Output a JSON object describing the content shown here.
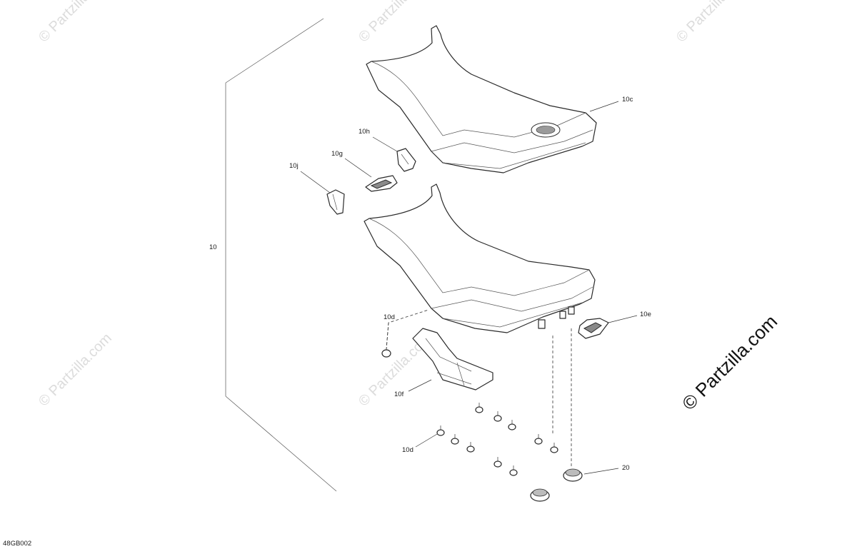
{
  "diagram": {
    "drawing_code": "48GB002",
    "watermark_text": "© Partzilla.com",
    "watermark_main": "© Partzilla.com",
    "callouts": {
      "assembly": "10",
      "upper_cover": "10c",
      "clip_h": "10h",
      "clip_g": "10g",
      "clip_j": "10j",
      "grommet_upper": "10d",
      "grommet_lower": "10d",
      "latch": "10e",
      "heat_shield": "10f",
      "bumper": "20"
    }
  }
}
